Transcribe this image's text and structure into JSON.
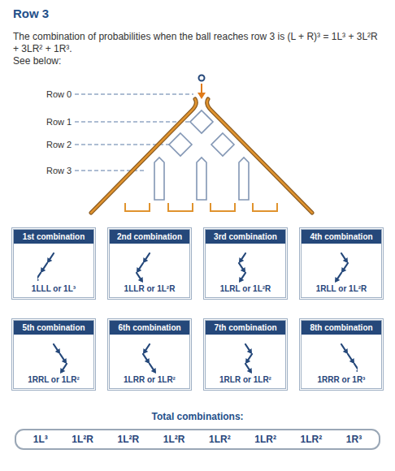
{
  "diagram": {
    "title": "Row 3",
    "nodes": [
      {
        "text": [
          "1st combination",
          "1LLL or 1L³"
        ]
      },
      {
        "text": [
          "2nd combination",
          "1LLR or 1L²R"
        ]
      },
      {
        "text": [
          "3rd combination",
          "1LRL or 1L²R"
        ]
      },
      {
        "text": [
          "4th combination",
          "1RLL or 1L²R"
        ]
      },
      {
        "text": [
          "5th combination",
          "1RRL or 1LR²"
        ]
      },
      {
        "text": [
          "6th combination",
          "1LRR or 1LR²"
        ]
      },
      {
        "text": [
          "7th combination",
          "1RLR or 1LR²"
        ]
      },
      {
        "text": [
          "8th combination",
          "1RRR or 1R³"
        ]
      },
      {
        "text": [
          "Total combinations:",
          "1L³",
          "1L²R",
          "1L²R",
          "1L²R",
          "1LR²",
          "1LR²",
          "1LR²",
          "1R³"
        ]
      }
    ],
    "labels": [
      "The combination of probabilities when the ball reaches row 3 is (L + R)³ = 1L³ + 3L²R + 3LR² + 1R³.",
      "See below:",
      "Row 0",
      "Row 1",
      "Row 2",
      "Row 3"
    ]
  }
}
